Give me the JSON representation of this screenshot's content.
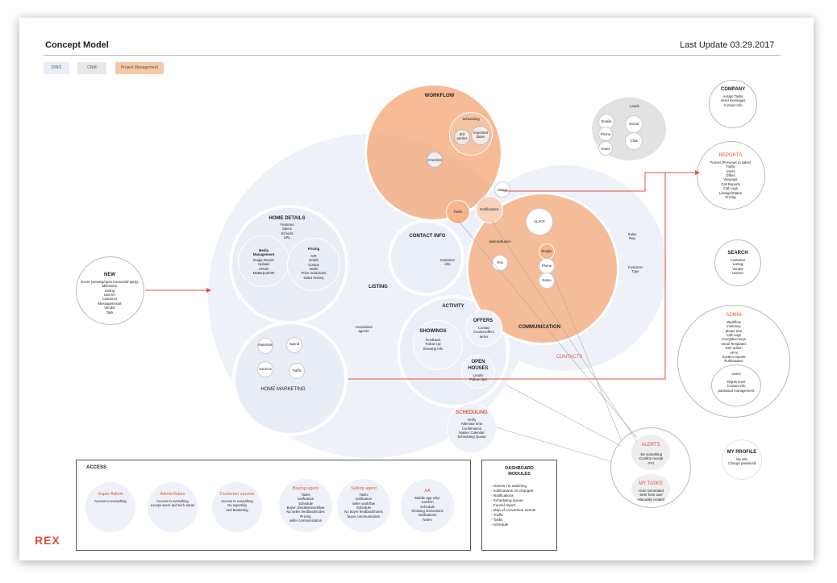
{
  "header": {
    "title": "Concept Model",
    "updated": "Last Update 03.29.2017"
  },
  "legend": [
    {
      "label": "DINO",
      "color": "#e8edf6"
    },
    {
      "label": "CRM",
      "color": "#e7e7e7"
    },
    {
      "label": "Project Management",
      "color": "#f7c8a8"
    }
  ],
  "colors": {
    "accent": "#e4513b",
    "orange": "#f5b48a",
    "blue": "#e8edf6",
    "gray": "#e3e1e1"
  },
  "nodes": {
    "workflow": {
      "title": "WORKFLOW",
      "scheduling": "Scheduling",
      "third_parties": "3rd\nparties",
      "important_dates": "Important\ndates",
      "checklist": "Checklist",
      "tasks": "Tasks",
      "notifications": "Notifications",
      "status": "Status"
    },
    "leads": {
      "title": "Leads",
      "emails": "Emails",
      "social": "Social",
      "phone": "Phone",
      "chat": "Chat",
      "notes": "Notes"
    },
    "home_details": {
      "title": "HOME DETAILS",
      "text": "Features\nSpecs\nSchools\nURL",
      "media_title": "Media\nManagement",
      "media_text": "Image Resize\nUpload\nCRUD\nMatterport/VR",
      "pricing_title": "Pricing",
      "pricing_text": "IVR\nGrade\nComps\nDOM\nPrice reductions\nSales History"
    },
    "contact_info": {
      "title": "CONTACT INFO",
      "customer_info": "Customer\ninfo"
    },
    "listing": {
      "title": "LISTING",
      "associated": "Associated\nagents"
    },
    "activity": {
      "title": "ACTIVITY",
      "showings_title": "SHOWINGS",
      "showings_text": "Feedback\nFollow Up\nShowing Info",
      "offers_title": "OFFERS",
      "offers_text": "Contact\nCounteroffers\nterms",
      "open_houses_title": "OPEN\nHOUSES",
      "open_houses_text": "Leads/\nFollow Ups"
    },
    "communication": {
      "title": "COMMUNICATION",
      "slack": "SLACK",
      "sellers_buyers": "Sellers/Buyers",
      "text": "Text",
      "emails": "Emails",
      "phone": "Phone",
      "notes": "Notes"
    },
    "contacts": {
      "title": "CONTACTS",
      "sales_rep": "Sales\nRep",
      "customer_type": "Customer\nType"
    },
    "home_marketing": {
      "title": "HOME MARKETING",
      "materials": "Materials",
      "spend": "Spend",
      "sources": "Sources",
      "traffic": "Traffic"
    },
    "new": {
      "title": "NEW",
      "text": "Event (viewing/open house/3rd party)\nMilestone\nListing\nUser/IA\nCustomer\nMessage/email\nVendor\nTask"
    },
    "scheduling": {
      "title": "SCHEDULING",
      "text": "Verify\nAlternate time\nConfirmation\nMaster Calendar\nScheduling Queue"
    },
    "company": {
      "title": "COMPANY",
      "text": "Assign Tasks\nSend messages\nContact info"
    },
    "reports": {
      "title": "REPORTS",
      "text": "Funnel (Previews to sales)\nTraffic\nUsers\nOffers\nViewings\nCall Reports\nCall Logs\nListings/Status\nPricing"
    },
    "search": {
      "title": "SEARCH",
      "text": "Customer\nListing\nVendor\nUser/IA"
    },
    "admin": {
      "title": "ADMIN",
      "text": "Workflow\nInventory\nphone tree\nCall Logs\nencryption keys\nemail Templates\nSSF admin\nAPI's\nSystem reports\nPublications",
      "users_title": "Users",
      "users_text": "Rights level\nContact info\npassword management"
    },
    "alerts": {
      "title": "ALERTS",
      "text": "-Do something\n-Confirm receipt\n-FYI"
    },
    "my_tasks": {
      "title": "MY TASKS",
      "text": "-Auto Generated\n-Sent from user\n-Manually created"
    },
    "my_profile": {
      "title": "MY PROFILE",
      "text": "My info\nChange password"
    }
  },
  "access": {
    "title": "ACCESS",
    "roles": [
      {
        "name": "Super Admin",
        "text": "Access to everything"
      },
      {
        "name": "Admin/Sales",
        "text": "Access to everything\nexcept users and tech areas"
      },
      {
        "name": "Customer service",
        "text": "Access to everything\nNo reporting\nand Marketing"
      },
      {
        "name": "Buying agent",
        "text": "Tasks\nnotification\nSchedule\nBuyer checklist/workflow\nNo seller feedback/notes\nPricing\nseller communication"
      },
      {
        "name": "Selling agent",
        "text": "Tasks\nnotification\nseller workflow\nSchedule\nNo buyer feedback/notes\nbuyer communication"
      },
      {
        "name": "AA",
        "text": "Mobile app only!\nConfirm\nSchedule\nShowing instructions\nnotifications\nNotes"
      }
    ]
  },
  "dashboard": {
    "title": "DASHBOARD\nMODULES",
    "items": [
      "- Homes I'm watching",
      "- notifications on changes",
      "- Notifications",
      "- Scheduling queue",
      "- Funnel report",
      "- Map of conversion events",
      "- Traffic",
      "- Tasks",
      "- schedule"
    ]
  },
  "brand": "REX"
}
